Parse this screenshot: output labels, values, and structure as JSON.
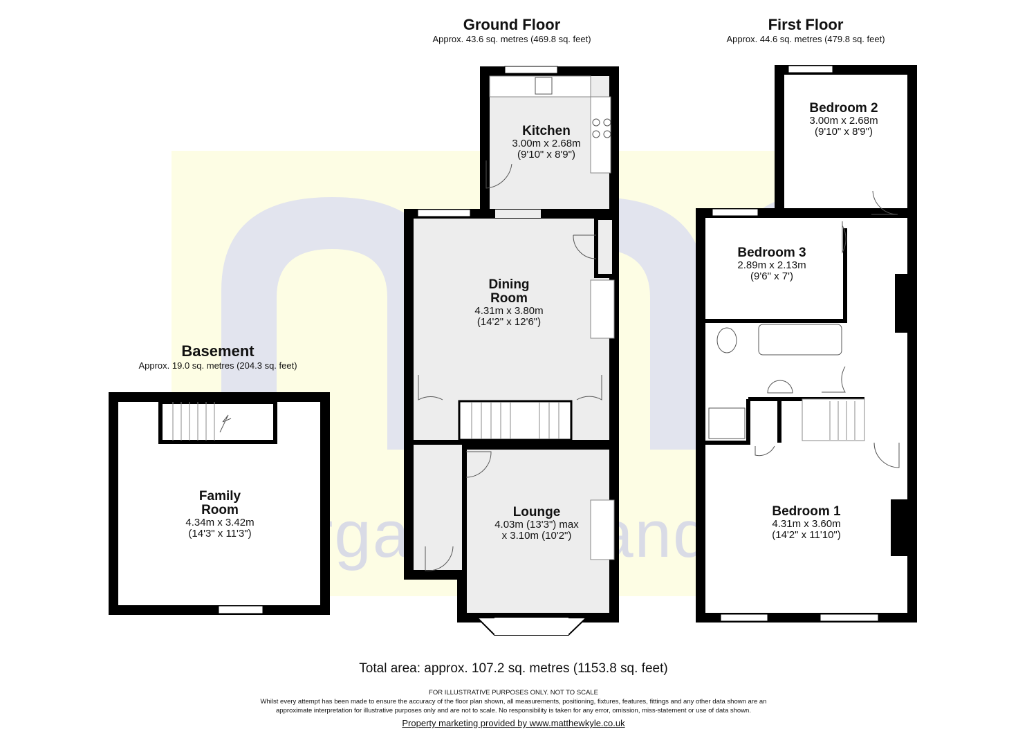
{
  "floors": {
    "ground": {
      "title": "Ground Floor",
      "area": "Approx. 43.6 sq. metres (469.8 sq. feet)"
    },
    "first": {
      "title": "First Floor",
      "area": "Approx. 44.6 sq. metres (479.8 sq. feet)"
    },
    "basement": {
      "title": "Basement",
      "area": "Approx. 19.0 sq. metres (204.3 sq. feet)"
    }
  },
  "rooms": {
    "kitchen": {
      "name": "Kitchen",
      "dim1": "3.00m x 2.68m",
      "dim2": "(9'10\" x 8'9\")"
    },
    "dining": {
      "name1": "Dining",
      "name2": "Room",
      "dim1": "4.31m x 3.80m",
      "dim2": "(14'2\" x 12'6\")"
    },
    "lounge": {
      "name": "Lounge",
      "dim1": "4.03m (13'3\") max",
      "dim2": "x 3.10m (10'2\")"
    },
    "family": {
      "name1": "Family",
      "name2": "Room",
      "dim1": "4.34m x 3.42m",
      "dim2": "(14'3\" x 11'3\")"
    },
    "bedroom1": {
      "name": "Bedroom 1",
      "dim1": "4.31m x 3.60m",
      "dim2": "(14'2\" x 11'10\")"
    },
    "bedroom2": {
      "name": "Bedroom 2",
      "dim1": "3.00m x 2.68m",
      "dim2": "(9'10\" x 8'9\")"
    },
    "bedroom3": {
      "name": "Bedroom 3",
      "dim1": "2.89m x 2.13m",
      "dim2": "(9'6\" x 7')"
    }
  },
  "total": "Total area: approx. 107.2 sq. metres (1153.8 sq. feet)",
  "disclaimer": {
    "line1": "FOR ILLUSTRATIVE PURPOSES ONLY. NOT TO SCALE",
    "line2": "Whilst every attempt has been made to ensure the accuracy of the floor plan shown, all measurements, positioning, fixtures, features, fittings and any other data shown are an",
    "line3": "approximate interpretation for illustrative purposes only and are not to scale. No responsibility is taken for any error, omission, miss-statement or use of data shown."
  },
  "credit": "Property marketing provided by www.matthewkyle.co.uk",
  "watermark": {
    "logo_text": "morgan alexander",
    "bg_color": "#fdfde4",
    "mark_color": "#e2e4ee"
  },
  "colors": {
    "wall": "#000000",
    "floor": "#ededed"
  }
}
